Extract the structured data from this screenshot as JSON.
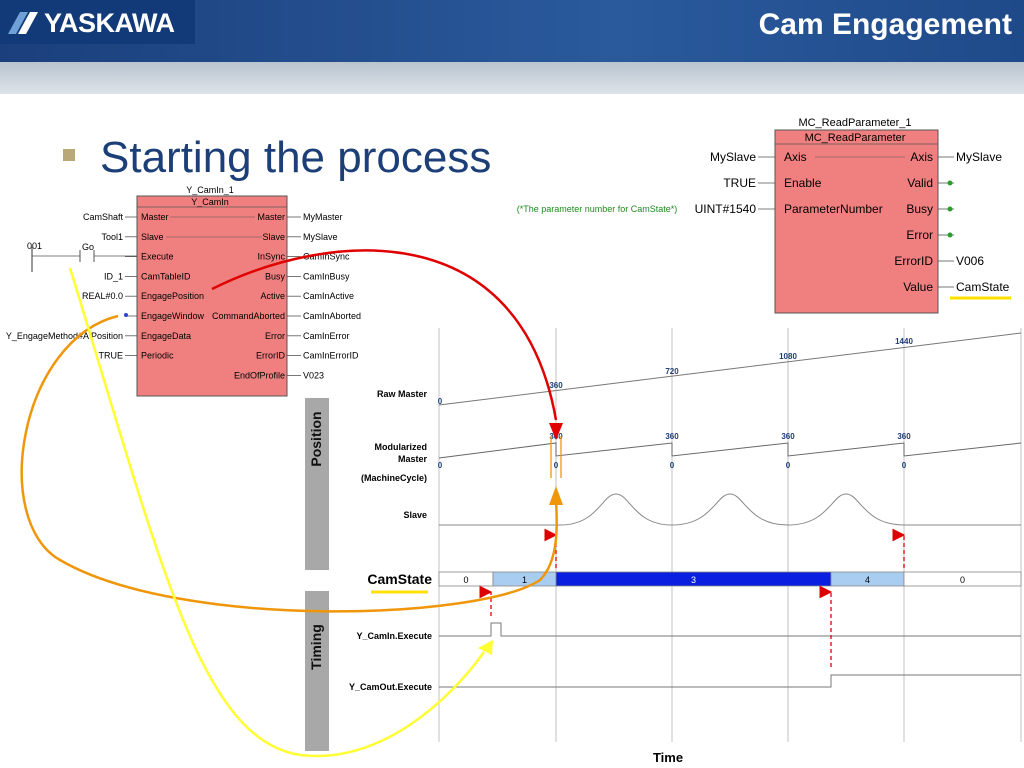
{
  "header": {
    "brand": "YASKAWA",
    "title": "Cam Engagement",
    "accent_color": "#1b3f7c"
  },
  "slide": {
    "heading": "Starting the process"
  },
  "camin_block": {
    "instance": "Y_CamIn_1",
    "type": "Y_CamIn",
    "inputs": [
      {
        "wire": "CamShaft",
        "pin": "Master"
      },
      {
        "wire": "Tool1",
        "pin": "Slave"
      },
      {
        "wire": "",
        "pin": "Execute"
      },
      {
        "wire": "ID_1",
        "pin": "CamTableID"
      },
      {
        "wire": "REAL#0.0",
        "pin": "EngagePosition"
      },
      {
        "wire": "",
        "pin": "EngageWindow"
      },
      {
        "wire": "Y_EngageMethod#A Position",
        "pin": "EngageData"
      },
      {
        "wire": "TRUE",
        "pin": "Periodic"
      }
    ],
    "outputs": [
      {
        "pin": "Master",
        "wire": "MyMaster"
      },
      {
        "pin": "Slave",
        "wire": "MySlave"
      },
      {
        "pin": "InSync",
        "wire": "CamInSync"
      },
      {
        "pin": "Busy",
        "wire": "CamInBusy"
      },
      {
        "pin": "Active",
        "wire": "CamInActive"
      },
      {
        "pin": "CommandAborted",
        "wire": "CamInAborted"
      },
      {
        "pin": "Error",
        "wire": "CamInError"
      },
      {
        "pin": "ErrorID",
        "wire": "CamInErrorID"
      },
      {
        "pin": "EndOfProfile",
        "wire": "V023"
      }
    ],
    "contact_label": "001",
    "contact_name": "Go"
  },
  "readparam_block": {
    "instance": "MC_ReadParameter_1",
    "type": "MC_ReadParameter",
    "inputs": [
      {
        "wire": "MySlave",
        "pin": "Axis"
      },
      {
        "wire": "TRUE",
        "pin": "Enable"
      },
      {
        "wire": "UINT#1540",
        "pin": "ParameterNumber"
      }
    ],
    "outputs": [
      {
        "pin": "Axis",
        "wire": "MySlave"
      },
      {
        "pin": "Valid",
        "wire": ""
      },
      {
        "pin": "Busy",
        "wire": ""
      },
      {
        "pin": "Error",
        "wire": ""
      },
      {
        "pin": "ErrorID",
        "wire": "V006"
      },
      {
        "pin": "Value",
        "wire": "CamState"
      }
    ],
    "comment": "(*The parameter number for CamState*)"
  },
  "timing": {
    "section_position": "Position",
    "section_timing": "Timing",
    "x_label": "Time",
    "signals": {
      "raw_master": "Raw Master",
      "mod_master_1": "Modularized",
      "mod_master_2": "Master",
      "mod_master_3": "(MachineCycle)",
      "slave": "Slave",
      "camstate": "CamState",
      "camin_exec": "Y_CamIn.Execute",
      "camout_exec": "Y_CamOut.Execute"
    },
    "raw_master_labels": [
      "0",
      "360",
      "720",
      "1080",
      "1440"
    ],
    "mod_master_labels": {
      "peaks": [
        "360",
        "360",
        "360",
        "360"
      ],
      "zeros": [
        "0",
        "0",
        "0",
        "0",
        "0"
      ]
    },
    "camstate_segments": [
      {
        "label": "0",
        "color": "#ffffff"
      },
      {
        "label": "1",
        "color": "#a9cdf0"
      },
      {
        "label": "3",
        "color": "#0a1fe0"
      },
      {
        "label": "4",
        "color": "#a9cdf0"
      },
      {
        "label": "0",
        "color": "#ffffff"
      }
    ]
  }
}
